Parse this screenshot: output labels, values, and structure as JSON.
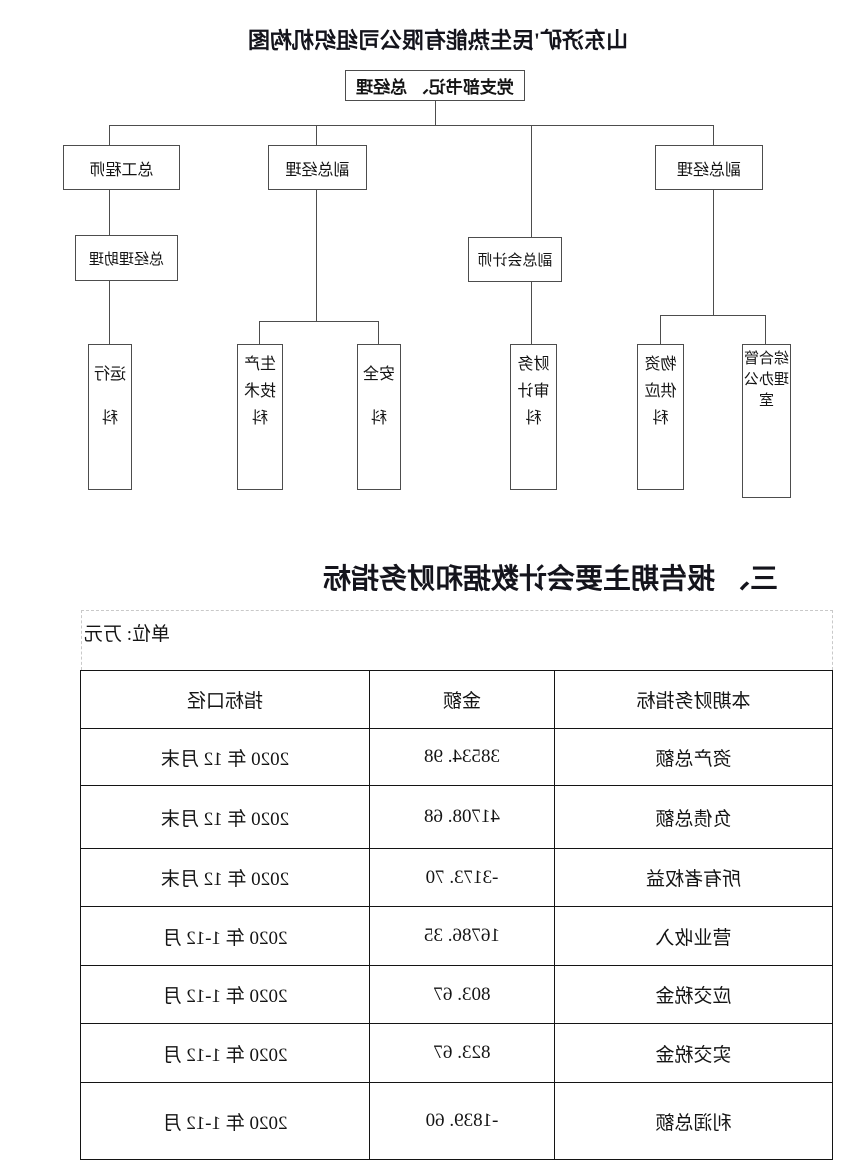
{
  "page": {
    "title": "山东济矿'民生热能有限公司组织机构图",
    "section_heading": "三、 报告期主要会计数据和财务指标",
    "unit_note": "单位: 万元"
  },
  "org_chart": {
    "root": "党支部书记、 总经理",
    "managers": {
      "deputy_gm_left": "副总经理",
      "deputy_chief_accountant": "副总会计师",
      "deputy_gm_mid": "副总经理",
      "chief_engineer": "总工程师",
      "gm_assistant": "总经理助理"
    },
    "departments": {
      "comprehensive_office": "综合管理办公室",
      "materials_supply": "物资供应科",
      "finance_audit": "财务审计科",
      "safety": "安全科",
      "production_tech": "生产技术科",
      "operation": "运行科"
    }
  },
  "table": {
    "headers": [
      "本期财务指标",
      "金额",
      "指标口径"
    ],
    "rows": [
      {
        "indicator": "资产总额",
        "amount": "38534. 98",
        "period": "2020 年 12 月末"
      },
      {
        "indicator": "负债总额",
        "amount": "41708. 68",
        "period": "2020 年 12 月末"
      },
      {
        "indicator": "所有者权益",
        "amount": "-3173. 70",
        "period": "2020 年 12 月末"
      },
      {
        "indicator": "营业收入",
        "amount": "16786. 35",
        "period": "2020 年 1-12 月"
      },
      {
        "indicator": "应交税金",
        "amount": "803. 67",
        "period": "2020 年 1-12 月"
      },
      {
        "indicator": "实交税金",
        "amount": "823. 67",
        "period": "2020 年 1-12 月"
      },
      {
        "indicator": "利润总额",
        "amount": "-1839. 60",
        "period": "2020 年 1-12 月"
      }
    ]
  },
  "colors": {
    "chart_line": "#4d4d4d",
    "table_border": "#141414",
    "dashed_guide": "#c9c9c9"
  }
}
